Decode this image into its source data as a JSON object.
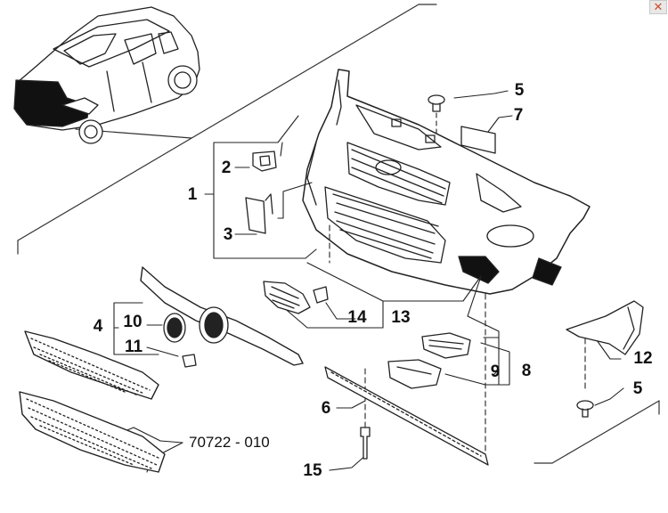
{
  "window": {
    "close_glyph": "✕",
    "close_color": "#d04a2a"
  },
  "callouts": {
    "c1": "1",
    "c2": "2",
    "c3": "3",
    "c4": "4",
    "c5_top": "5",
    "c5_bottom": "5",
    "c6": "6",
    "c7": "7",
    "c8": "8",
    "c9": "9",
    "c10": "10",
    "c11": "11",
    "c12": "12",
    "c13": "13",
    "c14": "14",
    "c15": "15"
  },
  "reference_code": "70722 - 010"
}
